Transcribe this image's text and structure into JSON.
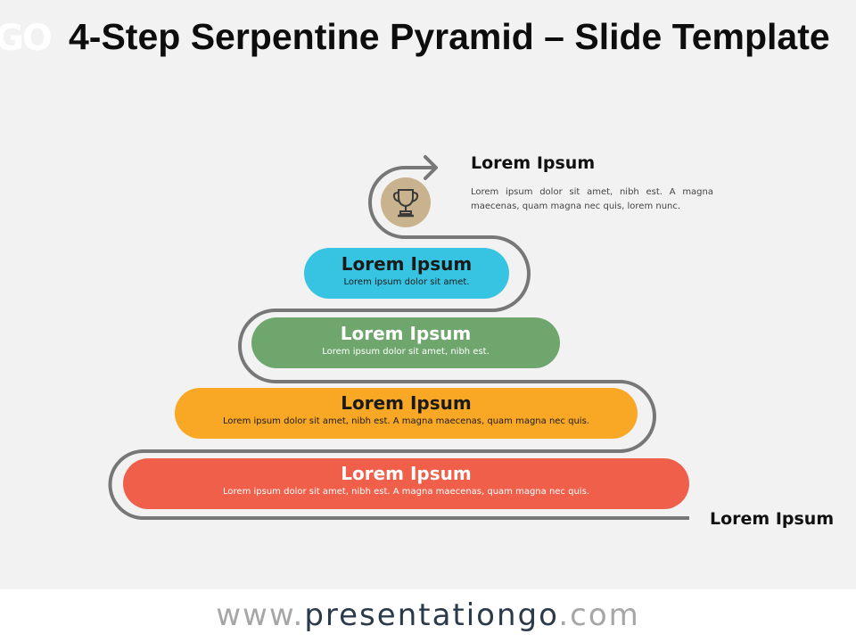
{
  "logo_fragment": "GO",
  "title": "4-Step Serpentine Pyramid – Slide Template",
  "goal": {
    "label": "Lorem Ipsum",
    "description": "Lorem ipsum dolor sit amet, nibh est. A magna maecenas, quam magna nec quis, lorem nunc.",
    "icon": "trophy-icon"
  },
  "steps": [
    {
      "label": "Lorem Ipsum",
      "text": "Lorem ipsum dolor sit amet.",
      "color": "#37c4e2"
    },
    {
      "label": "Lorem Ipsum",
      "text": "Lorem ipsum dolor sit amet, nibh est.",
      "color": "#6fa66d"
    },
    {
      "label": "Lorem Ipsum",
      "text": "Lorem ipsum dolor sit amet, nibh est. A magna maecenas, quam magna nec quis.",
      "color": "#f9a825"
    },
    {
      "label": "Lorem Ipsum",
      "text": "Lorem ipsum dolor sit amet, nibh est. A magna maecenas, quam magna nec quis.",
      "color": "#ef5f4a"
    }
  ],
  "start": {
    "label": "Lorem Ipsum"
  },
  "footer": {
    "prefix": "www.",
    "brand": "presentationgo",
    "suffix": ".com"
  }
}
